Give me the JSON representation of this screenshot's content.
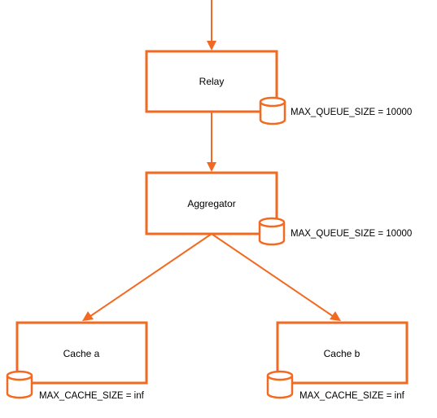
{
  "nodes": {
    "relay": {
      "label": "Relay",
      "note": "MAX_QUEUE_SIZE = 10000"
    },
    "aggregator": {
      "label": "Aggregator",
      "note": "MAX_QUEUE_SIZE = 10000"
    },
    "cache_a": {
      "label": "Cache a",
      "note": "MAX_CACHE_SIZE = inf"
    },
    "cache_b": {
      "label": "Cache b",
      "note": "MAX_CACHE_SIZE = inf"
    }
  },
  "edges": [
    {
      "from": "input",
      "to": "relay"
    },
    {
      "from": "relay",
      "to": "aggregator"
    },
    {
      "from": "aggregator",
      "to": "cache_a"
    },
    {
      "from": "aggregator",
      "to": "cache_b"
    }
  ],
  "colors": {
    "accent": "#f26a21",
    "text": "#000000",
    "background": "#ffffff"
  },
  "icons": {
    "storage": "database-icon"
  }
}
